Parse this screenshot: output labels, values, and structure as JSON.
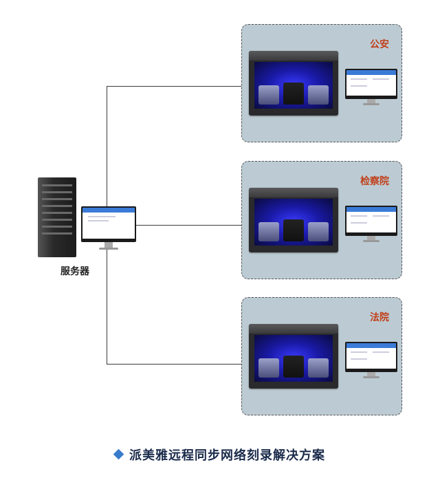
{
  "server": {
    "label": "服务器",
    "icon": "server-tower-icon"
  },
  "workstation": {
    "icon": "monitor-icon"
  },
  "branches": [
    {
      "label": "公安",
      "device": "disc-publisher-icon",
      "monitor": "monitor-icon"
    },
    {
      "label": "检察院",
      "device": "disc-publisher-icon",
      "monitor": "monitor-icon"
    },
    {
      "label": "法院",
      "device": "disc-publisher-icon",
      "monitor": "monitor-icon"
    }
  ],
  "footer": {
    "icon": "diamond-icon",
    "title": "派美雅远程同步网络刻录解决方案"
  },
  "colors": {
    "panel_bg": "#bccbd3",
    "label": "#c0401c",
    "accent": "#3a7ccc",
    "title": "#1a2a4a"
  }
}
